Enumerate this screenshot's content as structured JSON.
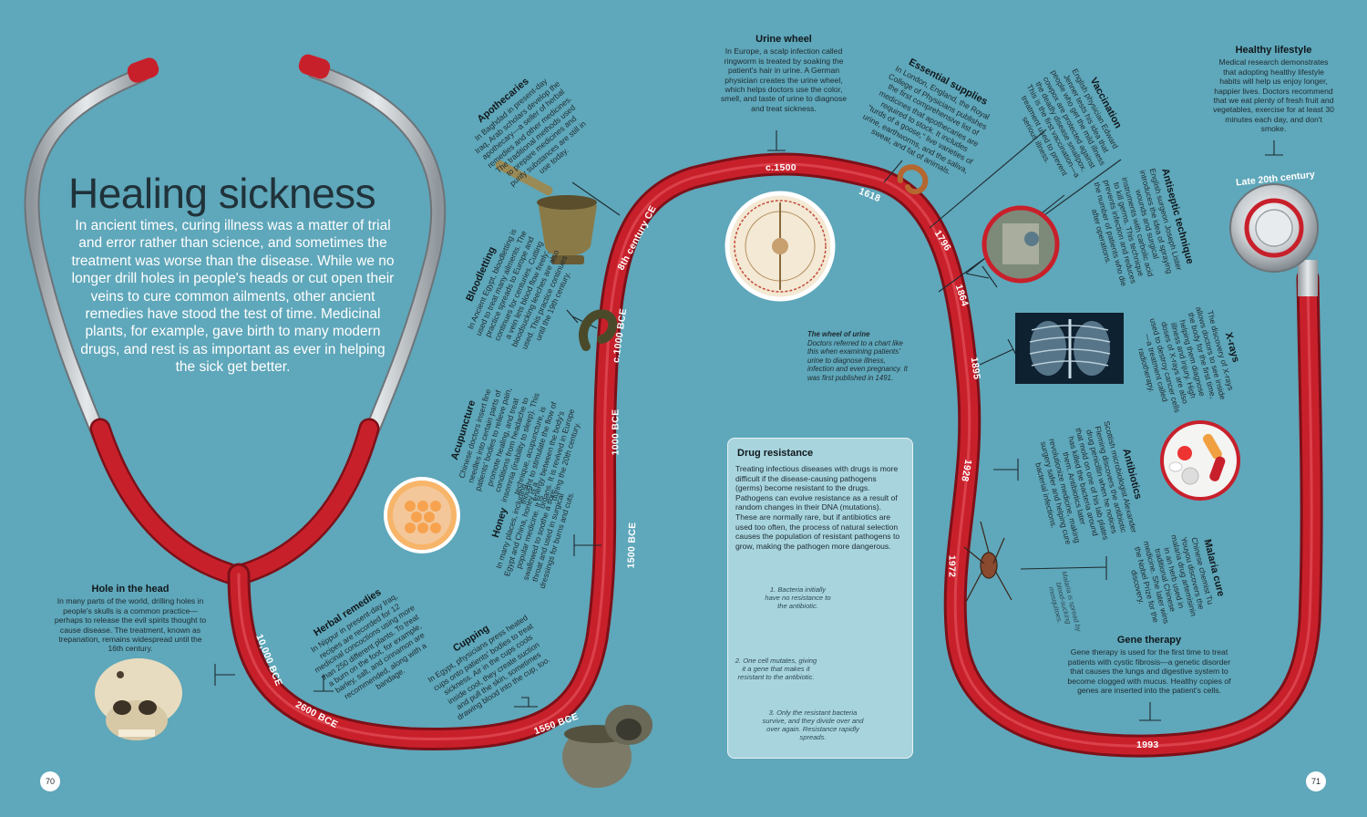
{
  "title": "Healing sickness",
  "intro": "In ancient times, curing illness was a matter of trial and error rather than science, and sometimes the treatment was worse than the disease. While we no longer drill holes in people's heads or cut open their veins to cure common ailments, other ancient remedies have stood the test of time. Medicinal plants, for example, gave birth to many modern drugs, and rest is as important as ever in helping the sick get better.",
  "entries": {
    "hole": {
      "title": "Hole in the head",
      "body": "In many parts of the world, drilling holes in people's skulls is a common practice—perhaps to release the evil spirits thought to cause disease. The treatment, known as trepanation, remains widespread until the 16th century."
    },
    "herbal": {
      "title": "Herbal remedies",
      "body": "In Nippur in present-day Iraq, recipes are recorded for 12 medicinal concoctions using more than 250 different plants. To treat a burn on the foot, for example, barley, salt, and cinnamon are recommended, along with a bandage."
    },
    "cupping": {
      "title": "Cupping",
      "body": "In Egypt, physicians press heated cups onto patients' bodies to treat sickness. Air in the cups cools inside cool, they create suction and pull the skin, sometimes drawing blood into the cup, too."
    },
    "honey": {
      "title": "Honey",
      "body": "In many places, including Egypt and China, honey is a popular medicine. It is swallowed to soothe a sore throat and used in surgical dressings for burns and cuts."
    },
    "acupuncture": {
      "title": "Acupuncture",
      "body": "Chinese doctors insert fine needles into certain parts of patients' bodies to relieve pain, promote healing, and treat conditions from headache to insomnia (inability to sleep). This technique, acupuncture, is thought to stimulate the flow of energy between the body's organs. It is revived in Europe during the 20th century."
    },
    "bloodletting": {
      "title": "Bloodletting",
      "body": "In Ancient Egypt, bloodletting is used to treat many ailments. The practice spreads to Europe and continues for centuries. Cutting a vein lets blood flow freely; bloodsucking leeches are also used. This practice continues until the 19th century."
    },
    "apothecaries": {
      "title": "Apothecaries",
      "body": "In Baghdad in present-day Iraq, Arab scholars develop the apothecary—a seller of herbal remedies and other medicines. The traditional methods used to prepare medicines and purify substances are still in use today."
    },
    "urine": {
      "title": "Urine wheel",
      "body": "In Europe, a scalp infection called ringworm is treated by soaking the patient's hair in urine. A German physician creates the urine wheel, which helps doctors use the color, smell, and taste of urine to diagnose and treat sickness."
    },
    "supplies": {
      "title": "Essential supplies",
      "body": "In London, England, the Royal College of Physicians publishes the first comprehensive list of medicines that apothecaries are required to stock. It includes \"turds of a goose,\" live varieties of urine, earthworms, and the saliva, sweat, and fat of animals."
    },
    "vaccination": {
      "title": "Vaccination",
      "body": "English physician Edward Jenner tests his idea that people who get the mild illness cowpox are protected against the deadly disease smallpox. This is the first vaccination—a treatment used to prevent serious illness."
    },
    "antiseptic": {
      "title": "Antiseptic technique",
      "body": "English surgeon Joseph Lister introduces the idea of spraying wounds and surgical instruments with carbolic acid to kill germs. This technique prevents infection and reduces the number of patients who die after operations."
    },
    "xrays": {
      "title": "X-rays",
      "body": "The discovery of X-rays allows doctors to see inside the body for the first time, helping them diagnose illness and injury. High doses of X-rays are also used to destroy cancer cells—a treatment called radiotherapy."
    },
    "antibiotics": {
      "title": "Antibiotics",
      "body": "Scottish microbiologist Alexander Fleming discovers the antibiotic drug penicillin when he notices that mold on one of his lab plates has killed the bacteria around them. Antibiotics later revolutionize medicine, making surgery safer and helping cure bacterial infections."
    },
    "malaria": {
      "title": "Malaria cure",
      "body": "Chinese chemist Tu Youyou discovers the malaria drug artemisinin in an herb used in traditional Chinese medicine. She later wins the Nobel Prize for the discovery."
    },
    "malaria_note": "Malaria is spread by blood-sucking mosquitoes.",
    "gene": {
      "title": "Gene therapy",
      "body": "Gene therapy is used for the first time to treat patients with cystic fibrosis—a genetic disorder that causes the lungs and digestive system to become clogged with mucus. Healthy copies of genes are inserted into the patient's cells."
    },
    "healthy": {
      "title": "Healthy lifestyle",
      "body": "Medical research demonstrates that adopting healthy lifestyle habits will help us enjoy longer, happier lives. Doctors recommend that we eat plenty of fresh fruit and vegetables, exercise for at least 30 minutes each day, and don't smoke."
    }
  },
  "dates": {
    "d10000": "10,000 BCE",
    "d2600": "2600 BCE",
    "d1550": "1550 BCE",
    "d1500": "1500 BCE",
    "d1000a": "1000 BCE",
    "d1000b": "c.1000 BCE",
    "d8th": "8th century CE",
    "dc1500": "c.1500",
    "d1618": "1618",
    "d1796": "1796",
    "d1864": "1864",
    "d1895": "1895",
    "d1928": "1928",
    "d1972": "1972",
    "d1993": "1993",
    "dlate": "Late 20th century"
  },
  "urine_caption": {
    "title": "The wheel of urine",
    "body": "Doctors referred to a chart like this when examining patients' urine to diagnose illness, infection and even pregnancy. It was first published in 1491."
  },
  "drug": {
    "title": "Drug resistance",
    "body": "Treating infectious diseases with drugs is more difficult if the disease-causing pathogens (germs) become resistant to the drugs. Pathogens can evolve resistance as a result of random changes in their DNA (mutations). These are normally rare, but if antibiotics are used too often, the process of natural selection causes the population of resistant pathogens to grow, making the pathogen more dangerous.",
    "note1": "1. Bacteria initially have no resistance to the antibiotic.",
    "note2": "2. One cell mutates, giving it a gene that makes it resistant to the antibiotic.",
    "note3": "3. Only the resistant bacteria survive, and they divide over and over again. Resistance rapidly spreads."
  },
  "pages": {
    "left": "70",
    "right": "71"
  },
  "colors": {
    "background": "#5fa7ba",
    "tube": "#c8202b",
    "metal": "#b9bec2"
  }
}
